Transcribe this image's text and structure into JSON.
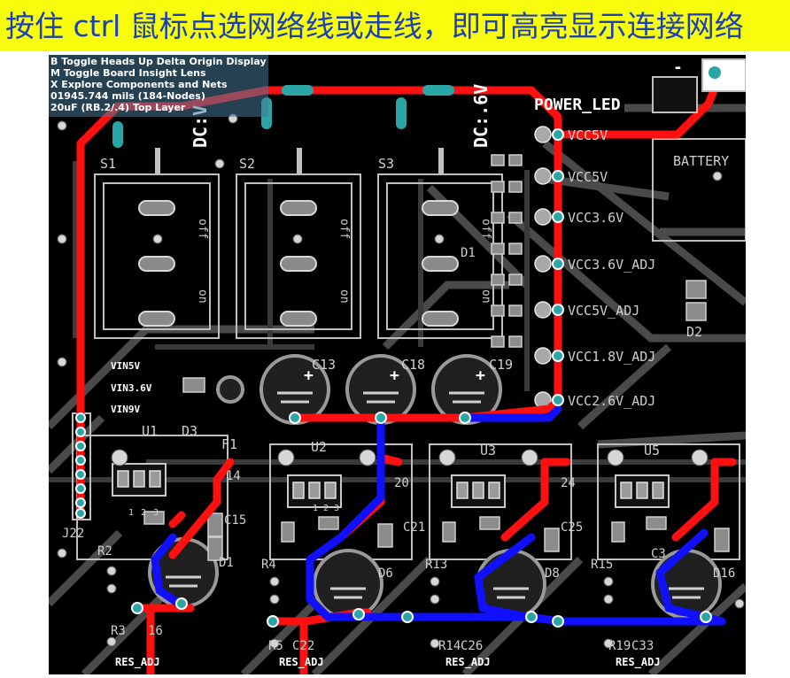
{
  "banner": {
    "instruction": "按住 ctrl 鼠标点选网络线或走线，即可高亮显示连接网络",
    "background_color": "#f8fd0e",
    "text_color": "#1b3fb8"
  },
  "info_overlay": {
    "lines": [
      "B  Toggle Heads Up Delta Origin Display",
      "M  Toggle Board Insight Lens",
      "X  Explore Components and Nets",
      "01945.744 mils  (184-Nodes)",
      "20uF (RB.2/.4)  Top Layer"
    ]
  },
  "pcb": {
    "colors": {
      "board": "#000000",
      "silkscreen": "#cfcfcf",
      "top_trace": "#ff1010",
      "bottom_trace": "#1010ff",
      "pad_teal": "#2aa6a6"
    },
    "labels": {
      "power_led": "POWER_LED",
      "battery": "BATTERY",
      "dc1": "DC:V",
      "dc2": "DC:.6V",
      "s1": "S1",
      "s2": "S2",
      "s3": "S3",
      "off": "off",
      "on": "on",
      "d1_top": "D1",
      "d2": "D2",
      "d3": "D3",
      "vcc5v_top": "VCC5V",
      "vcc5v": "VCC5V",
      "vcc36v": "VCC3.6V",
      "vcc36v_adj": "VCC3.6V_ADJ",
      "vcc5v_adj": "VCC5V_ADJ",
      "vcc18v_adj": "VCC1.8V_ADJ",
      "vcc26v_adj": "VCC2.6V_ADJ",
      "vin5v": "VIN5V",
      "vin36v": "VIN3.6V",
      "vin9v": "VIN9V",
      "c13": "C13",
      "c18": "C18",
      "c19": "C19",
      "u1": "U1",
      "u2": "U2",
      "u3": "U3",
      "u5": "U5",
      "f1": "F1",
      "c14": "14",
      "c15": "C15",
      "c20": "20",
      "c21": "C21",
      "c24": "24",
      "c25": "C25",
      "c3x": "C3",
      "d1": "D1",
      "d6": "D6",
      "d8": "D8",
      "d16": "D16",
      "j22": "J22",
      "r2": "R2",
      "r3": "R3",
      "r4": "R4",
      "r5": "R5",
      "r13": "R13",
      "r14": "R14",
      "r15": "R15",
      "r19": "R19",
      "c16": "16",
      "c22": "C22",
      "c26": "C26",
      "c33": "C33",
      "res_adj": "RES_ADJ",
      "pin1": "1",
      "pin2": "2",
      "pin3": "3",
      "plus": "+",
      "minus": "-"
    }
  }
}
